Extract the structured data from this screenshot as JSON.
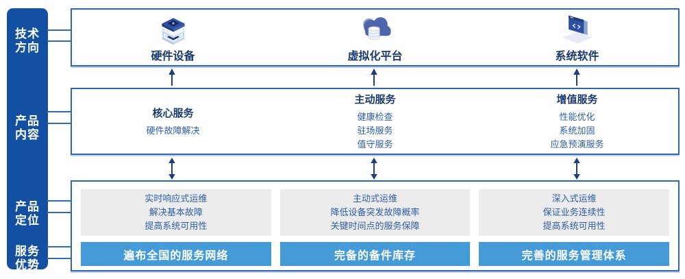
{
  "colors": {
    "sidebar_blue": "#1450A2",
    "panel_border_blue": "#2F66AE",
    "heading_navy": "#1B3A6B",
    "body_blue": "#2E5EA6",
    "banner_blue": "#449BD7",
    "panel_gray": "#ECECEC",
    "arrow_navy": "#1F3D7A",
    "connector_blue": "#2E6CB5"
  },
  "sidebar": {
    "labels": [
      {
        "line1": "技术",
        "line2": "方向"
      },
      {
        "line1": "产品",
        "line2": "内容"
      },
      {
        "line1": "产品",
        "line2": "定位"
      },
      {
        "line1": "服务",
        "line2": "优势"
      }
    ]
  },
  "tech_row": {
    "items": [
      {
        "icon": "server-stack-icon",
        "label": "硬件设备"
      },
      {
        "icon": "cloud-database-icon",
        "label": "虚拟化平台"
      },
      {
        "icon": "code-window-icon",
        "label": "系统软件"
      }
    ]
  },
  "content_row": {
    "columns": [
      {
        "heading": "核心服务",
        "items": [
          "硬件故障解决"
        ]
      },
      {
        "heading": "主动服务",
        "items": [
          "健康检查",
          "驻场服务",
          "值守服务"
        ]
      },
      {
        "heading": "增值服务",
        "items": [
          "性能优化",
          "系统加固",
          "应急预演服务"
        ]
      }
    ]
  },
  "bottom_row": {
    "columns": [
      {
        "positioning": [
          "实时响应式运维",
          "解决基本故障",
          "提高系统可用性"
        ],
        "advantage": "遍布全国的服务网络"
      },
      {
        "positioning": [
          "主动式运维",
          "降低设备突发故障概率",
          "关键时间点的服务保障"
        ],
        "advantage": "完备的备件库存"
      },
      {
        "positioning": [
          "深入式运维",
          "保证业务连续性",
          "提高系统可用性"
        ],
        "advantage": "完善的服务管理体系"
      }
    ]
  }
}
